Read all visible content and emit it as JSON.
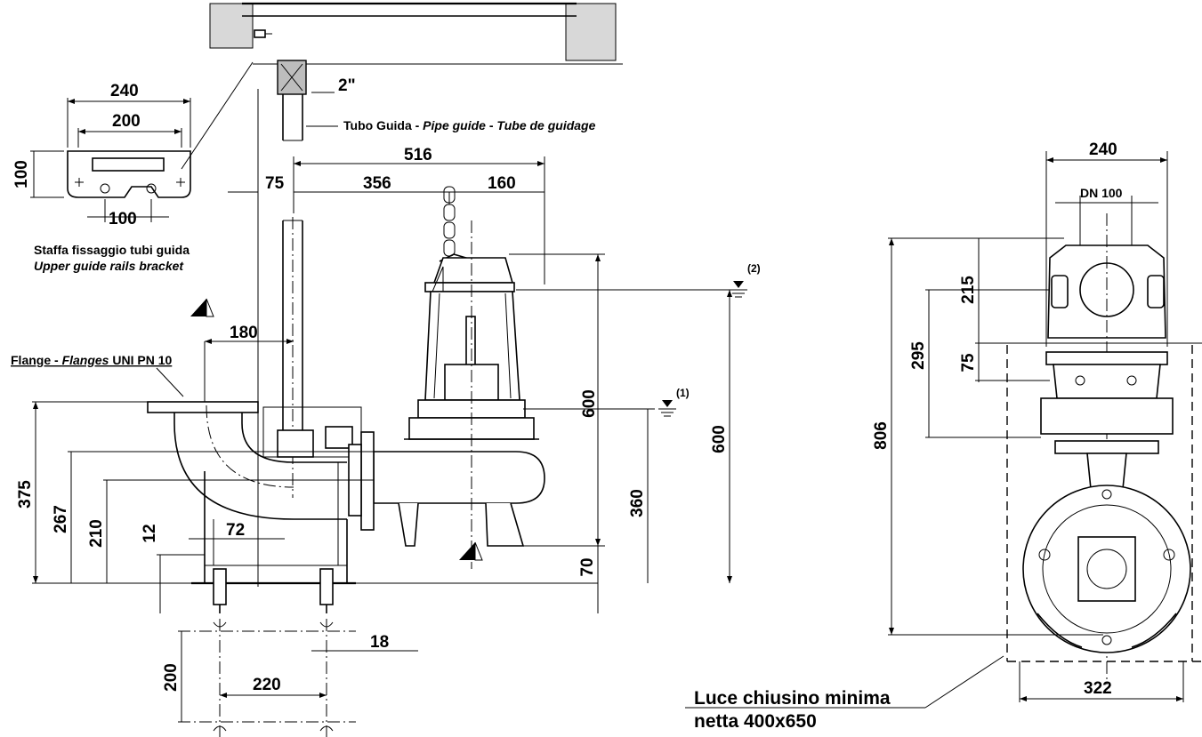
{
  "dimensions": {
    "bracket_240": "240",
    "bracket_200": "200",
    "bracket_100_v": "100",
    "bracket_100_h": "100",
    "pipe_2in": "2\"",
    "d516": "516",
    "d75_top": "75",
    "d356": "356",
    "d160": "160",
    "d180": "180",
    "d600_a": "600",
    "d600_b": "600",
    "d360": "360",
    "d70": "70",
    "d375": "375",
    "d267": "267",
    "d210": "210",
    "d12": "12",
    "d72": "72",
    "d18": "18",
    "d200": "200",
    "d220": "220",
    "r240": "240",
    "r_dn100": "DN 100",
    "r215": "215",
    "r295": "295",
    "r75": "75",
    "r806": "806",
    "r322": "322"
  },
  "labels": {
    "guide_pipe_it": "Tubo Guida - ",
    "guide_pipe_en": "Pipe guide",
    "guide_pipe_sep": " - ",
    "guide_pipe_fr": "Tube de guidage",
    "bracket_it": "Staffa fissaggio tubi guida",
    "bracket_en": "Upper guide rails bracket",
    "flange_it": "Flange - ",
    "flange_en": "Flanges",
    "flange_std": " UNI PN 10",
    "level_1": "(1)",
    "level_2": "(2)",
    "manhole_line1": "Luce chiusino minima",
    "manhole_line2": "netta 400x650"
  }
}
